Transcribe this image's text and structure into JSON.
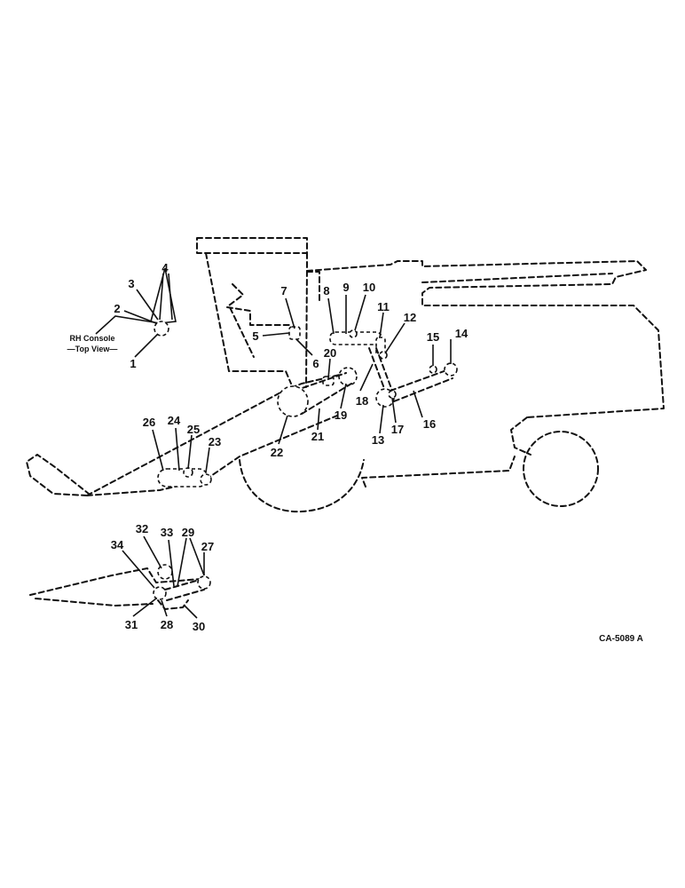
{
  "console_label_line1": "RH Console",
  "console_label_line2": "—Top View—",
  "drawing_code": "CA-5089 A",
  "callouts": [
    "1",
    "2",
    "3",
    "4",
    "5",
    "6",
    "7",
    "8",
    "9",
    "10",
    "11",
    "12",
    "13",
    "14",
    "15",
    "16",
    "17",
    "18",
    "19",
    "20",
    "21",
    "22",
    "23",
    "24",
    "25",
    "26",
    "27",
    "28",
    "29",
    "30",
    "31",
    "32",
    "33",
    "34"
  ]
}
